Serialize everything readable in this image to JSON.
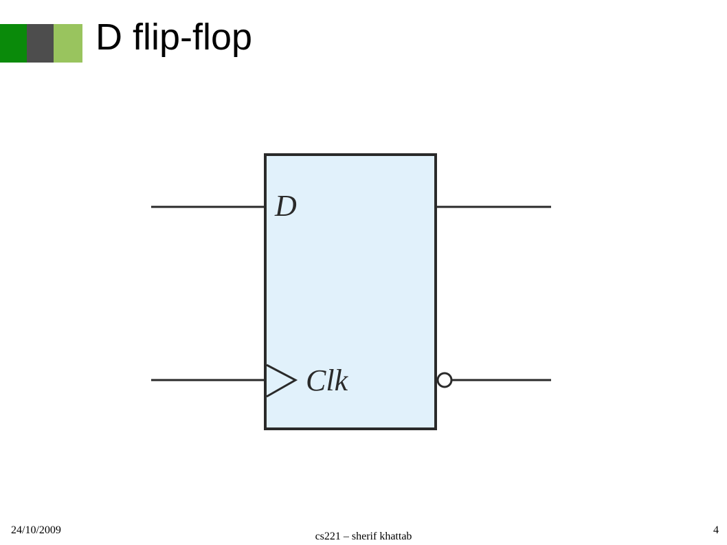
{
  "slide": {
    "title": "D flip-flop",
    "accent_colors": [
      "#0a8a0a",
      "#4d4d4d",
      "#99c45e"
    ]
  },
  "diagram": {
    "block_fill": "#e1f1fb",
    "stroke_color": "#2a2a2a",
    "labels": {
      "d_input": "D",
      "clock_input": "Clk"
    }
  },
  "footer": {
    "date": "24/10/2009",
    "author": "cs221 – sherif khattab",
    "page_number": "4"
  }
}
